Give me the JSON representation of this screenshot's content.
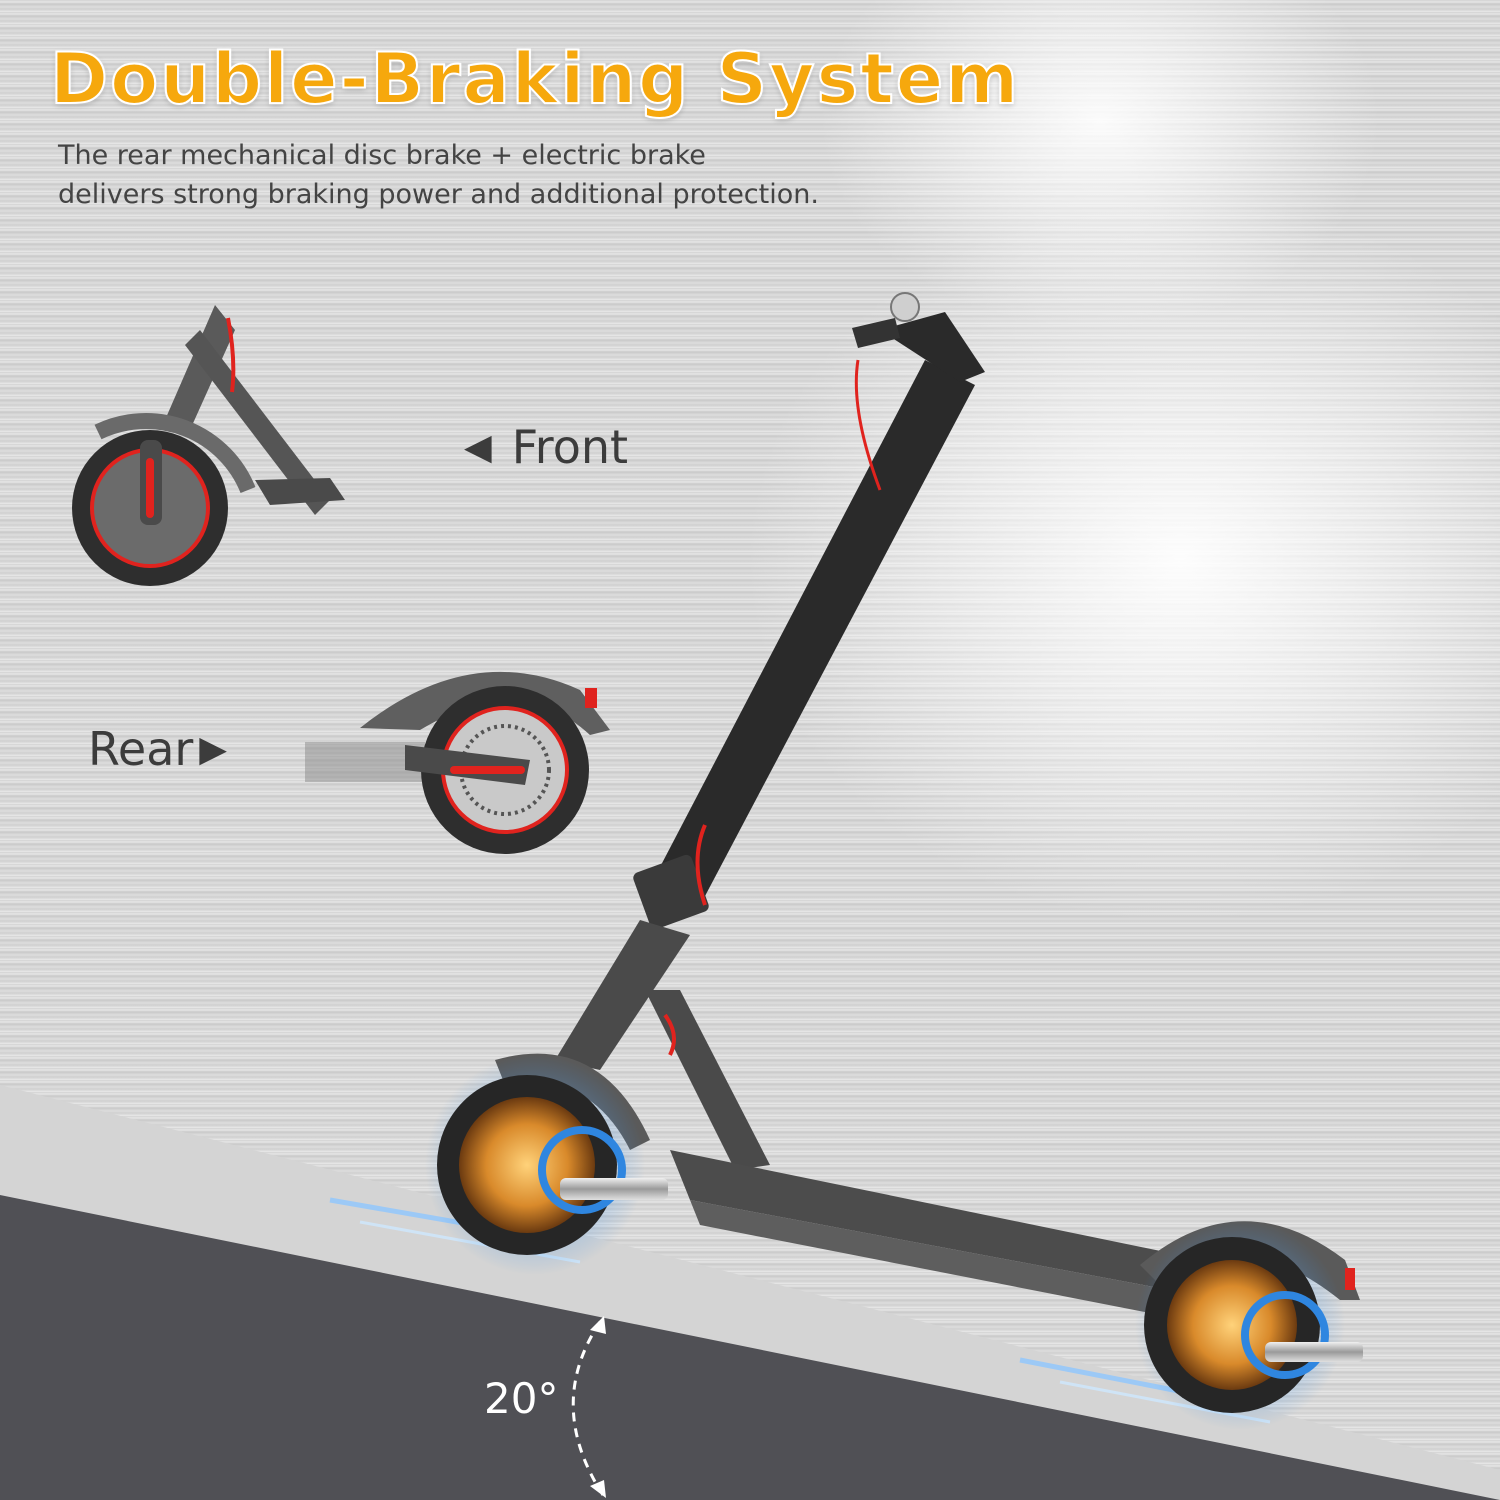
{
  "title": "Double-Braking System",
  "subtitle": {
    "line1": "The rear mechanical disc brake + electric brake",
    "line2": "delivers strong braking power and additional protection."
  },
  "labels": {
    "front": "Front",
    "rear": "Rear",
    "front_arrow": "◀",
    "rear_arrow": "▶"
  },
  "slope": {
    "angle_label": "20°"
  },
  "colors": {
    "title": "#f6a80d",
    "brake_cable": "#e0231e",
    "scooter_body": "#4a4a4a",
    "ramp_dark": "#505055",
    "ramp_light": "#d4d4d4",
    "motor_copper": "#d98a2b",
    "motor_glow": "#2f86e0"
  },
  "icons": {
    "front_pointer": "left-triangle-icon",
    "rear_pointer": "right-triangle-icon",
    "angle_arc": "dashed-arc-arrow-icon"
  }
}
